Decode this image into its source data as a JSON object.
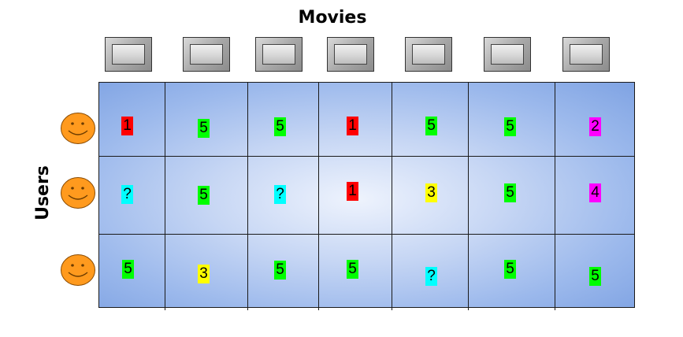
{
  "titles": {
    "movies": "Movies",
    "users": "Users"
  },
  "colors": {
    "1": "#ff0000",
    "2": "#ff00ff",
    "3": "#ffff00",
    "4": "#ff00ff",
    "5": "#00ff00",
    "?": "#00ffff"
  },
  "ratings": [
    [
      "1",
      "5",
      "5",
      "1",
      "5",
      "5",
      "2"
    ],
    [
      "?",
      "5",
      "?",
      "1",
      "3",
      "5",
      "4"
    ],
    [
      "5",
      "3",
      "5",
      "5",
      "?",
      "5",
      "5"
    ]
  ],
  "icons": {
    "movie": "tv-icon",
    "user": "smiley-face-icon"
  }
}
